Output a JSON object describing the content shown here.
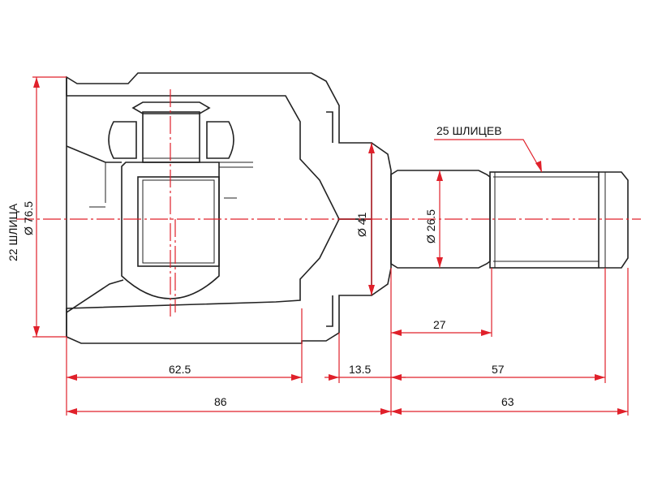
{
  "colors": {
    "dimension": "#e0202a",
    "outline": "#222222",
    "background": "#ffffff"
  },
  "labels": {
    "housing_splines": "22 ШЛИЦА",
    "housing_diameter": "Ø 76.5",
    "stem_diameter": "Ø 41",
    "shaft_diameter": "Ø 26.5",
    "shaft_splines": "25 ШЛИЦЕВ"
  },
  "dimensions": {
    "cavity_depth": "62.5",
    "flange_width": "13.5",
    "housing_length": "86",
    "shaft_length": "63",
    "spline_length": "57",
    "shaft_plain_length": "27"
  }
}
